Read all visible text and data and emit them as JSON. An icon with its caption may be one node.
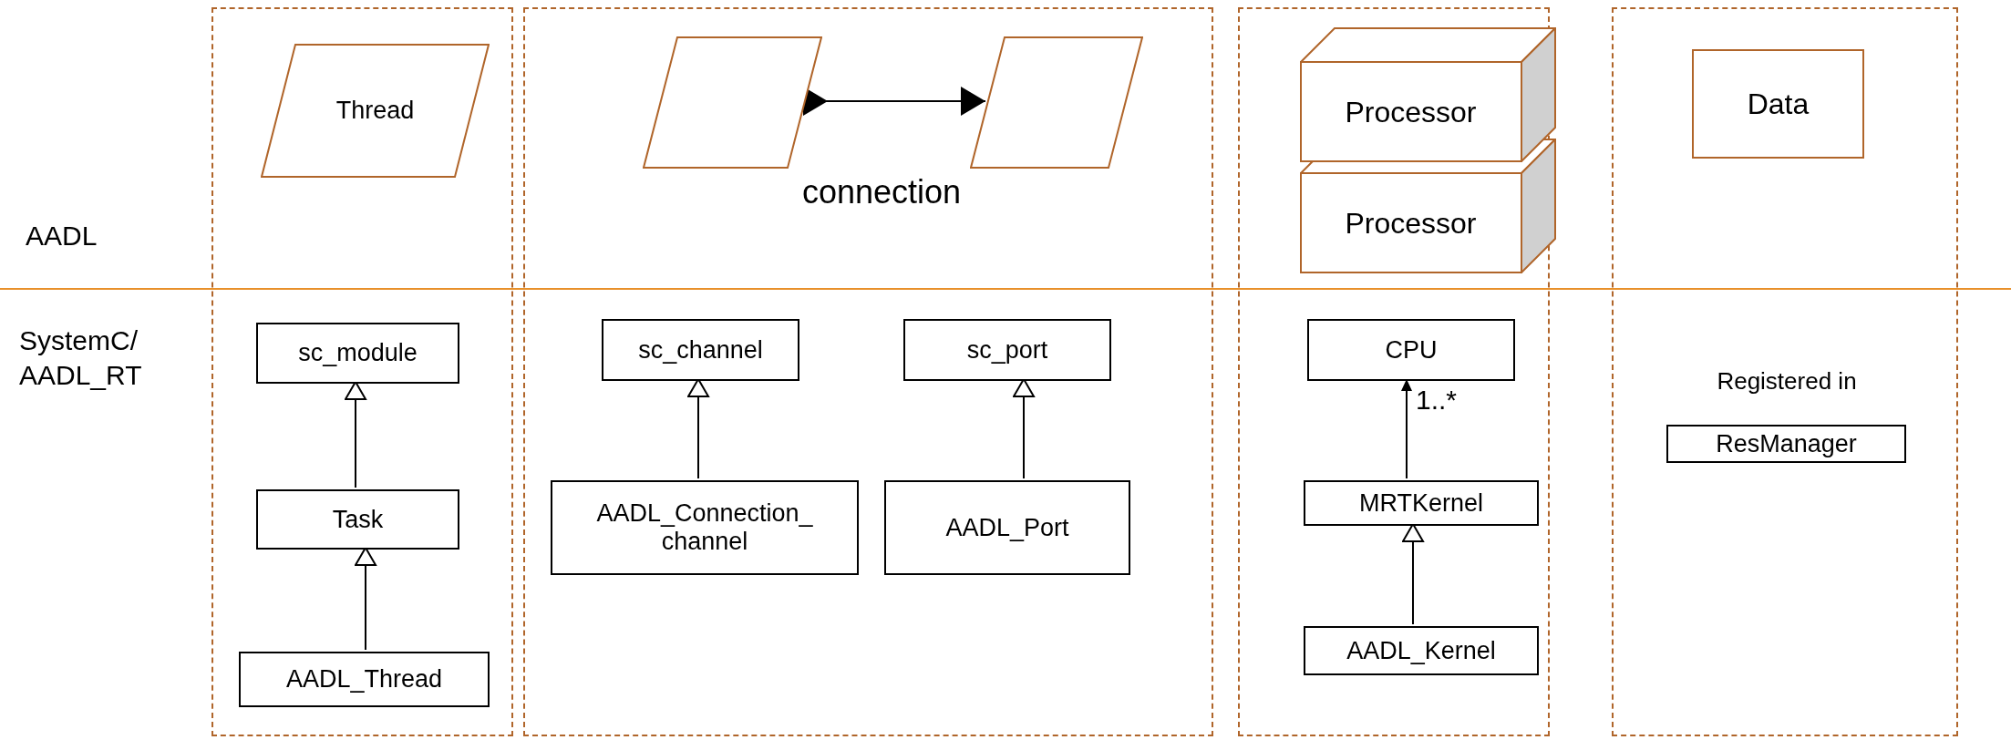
{
  "diagram": {
    "nodes": [
      {
        "text": [],
        "shape": "box"
      },
      {
        "text": [
          "Thread"
        ],
        "in": 0
      },
      {
        "text": [
          "sc_module"
        ],
        "in": 0
      },
      {
        "text": [
          "Task"
        ],
        "in": 0
      },
      {
        "text": [
          "AADL_Thread"
        ],
        "in": 0
      },
      {
        "text": [],
        "shape": "box"
      },
      {
        "text": [],
        "shape": "parallelogram",
        "in": 5
      },
      {
        "text": [],
        "shape": "parallelogram",
        "in": 5
      },
      {
        "text": [
          "sc_channel"
        ],
        "in": 5
      },
      {
        "text": [
          "AADL_Connection_ channel"
        ],
        "in": 5
      },
      {
        "text": [
          "sc_port"
        ],
        "in": 5
      },
      {
        "text": [
          "AADL_Port"
        ],
        "in": 5
      },
      {
        "text": [],
        "shape": "box"
      },
      {
        "text": [
          "Processor"
        ],
        "in": 12
      },
      {
        "text": [
          "Processor"
        ],
        "in": 12
      },
      {
        "text": [
          "CPU"
        ],
        "in": 12
      },
      {
        "text": [
          "MRTKernel"
        ],
        "in": 12
      },
      {
        "text": [
          "AADL_Kernel"
        ],
        "in": 12
      },
      {
        "text": [],
        "shape": "box"
      },
      {
        "text": [
          "Data"
        ],
        "in": 18
      },
      {
        "text": [
          "ResManager"
        ],
        "beside": [
          "Registered in"
        ],
        "in": 18
      }
    ],
    "edges": [
      {
        "from": 6,
        "to": 7,
        "arrow": "to",
        "label": "connection"
      },
      {
        "from": 3,
        "to": 2,
        "arrow": "to"
      },
      {
        "from": 4,
        "to": 3,
        "arrow": "to"
      },
      {
        "from": 9,
        "to": 8,
        "arrow": "to"
      },
      {
        "from": 11,
        "to": 10,
        "arrow": "to"
      },
      {
        "from": 16,
        "to": 15,
        "arrow": "to",
        "label": "1..*"
      },
      {
        "from": 17,
        "to": 16,
        "arrow": "to"
      }
    ],
    "labels": [
      "AADL",
      "SystemC/ AADL_RT"
    ]
  }
}
